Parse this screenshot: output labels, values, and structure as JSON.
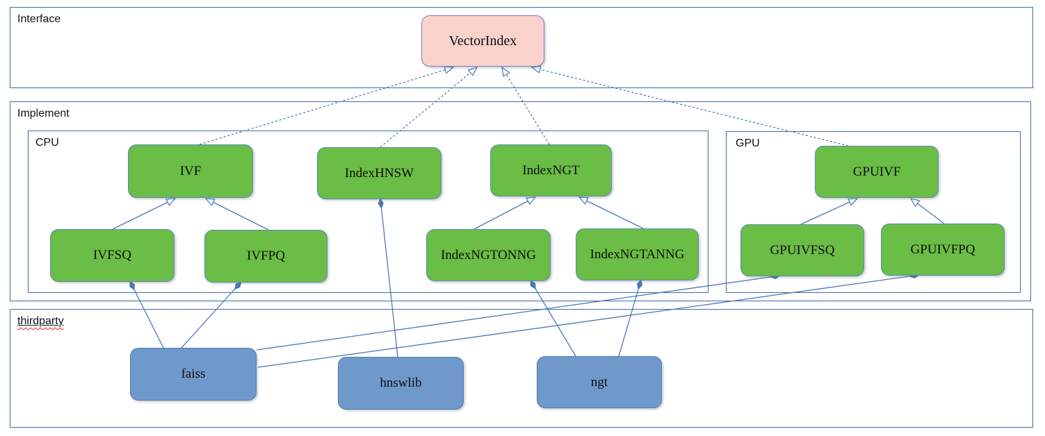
{
  "diagram": {
    "sections": {
      "interface": {
        "label": "Interface"
      },
      "implement": {
        "label": "Implement"
      },
      "cpu": {
        "label": "CPU"
      },
      "gpu": {
        "label": "GPU"
      },
      "thirdparty": {
        "label": "thirdparty"
      }
    },
    "nodes": {
      "vectorindex": {
        "label": "VectorIndex",
        "group": "interface"
      },
      "ivf": {
        "label": "IVF",
        "group": "cpu"
      },
      "indexhnsw": {
        "label": "IndexHNSW",
        "group": "cpu"
      },
      "indexngt": {
        "label": "IndexNGT",
        "group": "cpu"
      },
      "gpuivf": {
        "label": "GPUIVF",
        "group": "gpu"
      },
      "ivfsq": {
        "label": "IVFSQ",
        "group": "cpu"
      },
      "ivfpq": {
        "label": "IVFPQ",
        "group": "cpu"
      },
      "indexngtonng": {
        "label": "IndexNGTONNG",
        "group": "cpu"
      },
      "indexngtanng": {
        "label": "IndexNGTANNG",
        "group": "cpu"
      },
      "gpuivfsq": {
        "label": "GPUIVFSQ",
        "group": "gpu"
      },
      "gpuivfpq": {
        "label": "GPUIVFPQ",
        "group": "gpu"
      },
      "faiss": {
        "label": "faiss",
        "group": "thirdparty"
      },
      "hnswlib": {
        "label": "hnswlib",
        "group": "thirdparty"
      },
      "ngt": {
        "label": "ngt",
        "group": "thirdparty"
      }
    },
    "edges": [
      {
        "from": "IVF",
        "to": "VectorIndex",
        "type": "realization"
      },
      {
        "from": "IndexHNSW",
        "to": "VectorIndex",
        "type": "realization"
      },
      {
        "from": "IndexNGT",
        "to": "VectorIndex",
        "type": "realization"
      },
      {
        "from": "GPUIVF",
        "to": "VectorIndex",
        "type": "realization"
      },
      {
        "from": "IVFSQ",
        "to": "IVF",
        "type": "generalization"
      },
      {
        "from": "IVFPQ",
        "to": "IVF",
        "type": "generalization"
      },
      {
        "from": "IndexNGTONNG",
        "to": "IndexNGT",
        "type": "generalization"
      },
      {
        "from": "IndexNGTANNG",
        "to": "IndexNGT",
        "type": "generalization"
      },
      {
        "from": "GPUIVFSQ",
        "to": "GPUIVF",
        "type": "generalization"
      },
      {
        "from": "GPUIVFPQ",
        "to": "GPUIVF",
        "type": "generalization"
      },
      {
        "from": "IVFSQ",
        "to": "faiss",
        "type": "composition"
      },
      {
        "from": "IVFPQ",
        "to": "faiss",
        "type": "composition"
      },
      {
        "from": "IndexHNSW",
        "to": "hnswlib",
        "type": "composition"
      },
      {
        "from": "IndexNGTONNG",
        "to": "ngt",
        "type": "composition"
      },
      {
        "from": "IndexNGTANNG",
        "to": "ngt",
        "type": "composition"
      },
      {
        "from": "GPUIVFSQ",
        "to": "faiss",
        "type": "composition"
      },
      {
        "from": "GPUIVFPQ",
        "to": "faiss",
        "type": "composition"
      }
    ],
    "colors": {
      "green_fill": "#6abd45",
      "green_border": "#5d88c6",
      "pink_fill": "#f9d2cc",
      "pink_border": "#7384c5",
      "blue_fill": "#7099cb",
      "blue_border": "#4d7ab7",
      "container_border": "#3e6ba6",
      "line": "#4a78b5"
    }
  }
}
